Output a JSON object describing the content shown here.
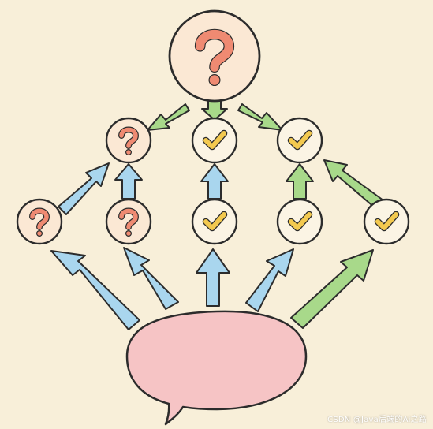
{
  "colors": {
    "background": "#f8efd9",
    "outline": "#2c2c2c",
    "question_fill": "#fbe8d4",
    "question_mark": "#ef8a72",
    "check_fill": "#fbf4e4",
    "check_mark": "#f3c94f",
    "arrow_blue": "#a9d6ee",
    "arrow_green": "#a8d98a",
    "speech_bubble": "#f6c4c5"
  },
  "nodes": {
    "root": {
      "type": "question",
      "icon": "question-mark-icon"
    },
    "middle": [
      {
        "type": "question",
        "icon": "question-mark-icon"
      },
      {
        "type": "check",
        "icon": "check-mark-icon"
      },
      {
        "type": "check",
        "icon": "check-mark-icon"
      }
    ],
    "bottom": [
      {
        "type": "question",
        "icon": "question-mark-icon"
      },
      {
        "type": "question",
        "icon": "question-mark-icon"
      },
      {
        "type": "check",
        "icon": "check-mark-icon"
      },
      {
        "type": "check",
        "icon": "check-mark-icon"
      },
      {
        "type": "check",
        "icon": "check-mark-icon"
      }
    ]
  },
  "source": {
    "icon": "speech-bubble-icon"
  },
  "watermark": "CSDN @Java后端的Ai之路"
}
